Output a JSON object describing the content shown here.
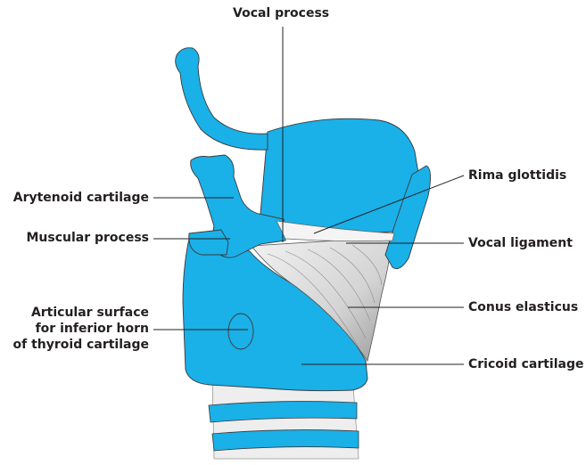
{
  "labels": {
    "vocal_process": "Vocal process",
    "rima_glottidis": "Rima glottidis",
    "arytenoid_cartilage": "Arytenoid cartilage",
    "muscular_process": "Muscular process",
    "vocal_ligament": "Vocal ligament",
    "articular_surface_line1": "Articular surface",
    "articular_surface_line2": "for inferior horn",
    "articular_surface_line3": "of thyroid cartilage",
    "conus_elasticus": "Conus elasticus",
    "cricoid_cartilage": "Cricoid cartilage"
  },
  "colors": {
    "cartilage": "#1ab0e8",
    "cartilage_outline": "#3a3a3a",
    "membrane": "#d9d9d9",
    "leader": "#231f20",
    "text": "#231f20"
  }
}
